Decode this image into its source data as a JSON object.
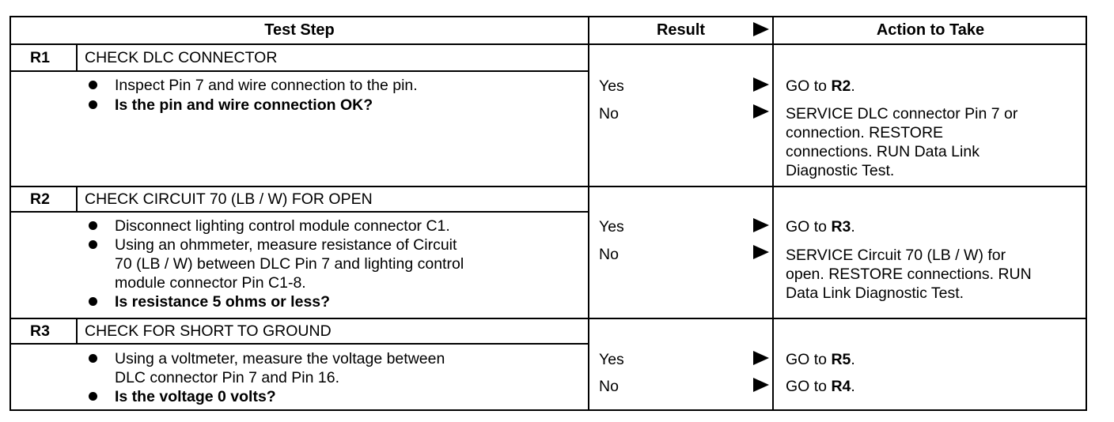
{
  "header": {
    "test_step": "Test Step",
    "result": "Result",
    "action": "Action to Take"
  },
  "rows": [
    {
      "id": "R1",
      "title": "CHECK DLC CONNECTOR",
      "steps": [
        "Inspect Pin 7 and wire connection to the pin.",
        "Is the pin and wire connection OK?"
      ],
      "results": [
        "Yes",
        "No"
      ],
      "actions": {
        "yes_prefix": "GO to ",
        "yes_target": "R2",
        "yes_suffix": ".",
        "no_lines": [
          "SERVICE DLC connector Pin 7 or",
          "connection. RESTORE",
          "connections. RUN Data Link",
          "Diagnostic Test."
        ]
      }
    },
    {
      "id": "R2",
      "title": "CHECK CIRCUIT 70 (LB / W) FOR OPEN",
      "steps": [
        "Disconnect lighting control module connector C1.",
        "Using an ohmmeter, measure resistance of Circuit",
        "70 (LB / W) between DLC Pin 7 and lighting control",
        "module connector Pin C1-8.",
        "Is resistance 5 ohms or less?"
      ],
      "results": [
        "Yes",
        "No"
      ],
      "actions": {
        "yes_prefix": "GO to ",
        "yes_target": "R3",
        "yes_suffix": ".",
        "no_lines": [
          "SERVICE Circuit 70 (LB / W) for",
          "open. RESTORE connections. RUN",
          "Data Link Diagnostic Test."
        ]
      }
    },
    {
      "id": "R3",
      "title": "CHECK FOR SHORT TO GROUND",
      "steps": [
        "Using a voltmeter, measure the voltage between",
        "DLC connector Pin 7 and Pin 16.",
        "Is the voltage 0 volts?"
      ],
      "results": [
        "Yes",
        "No"
      ],
      "actions": {
        "yes_prefix": "GO to ",
        "yes_target": "R5",
        "yes_suffix": ".",
        "no_prefix": "GO to ",
        "no_target": "R4",
        "no_suffix": "."
      }
    }
  ]
}
